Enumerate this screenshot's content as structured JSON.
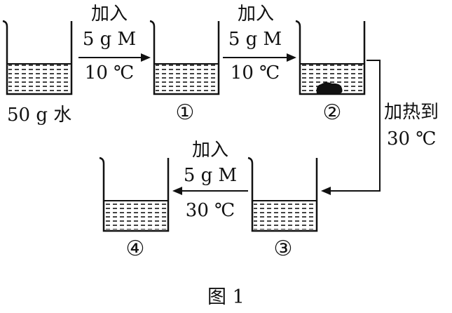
{
  "diagram": {
    "step1": {
      "line1": "加入",
      "line2": "5 g M",
      "line3": "10 ℃"
    },
    "step2": {
      "line1": "加入",
      "line2": "5 g M",
      "line3": "10 ℃"
    },
    "step3": {
      "line1": "加热到",
      "line2": "30 ℃"
    },
    "step4": {
      "line1": "加入",
      "line2": "5 g M",
      "line3": "30 ℃"
    },
    "beakers": {
      "start": "50 g 水",
      "b1": "①",
      "b2": "②",
      "b3": "③",
      "b4": "④"
    },
    "caption": "图 1"
  }
}
